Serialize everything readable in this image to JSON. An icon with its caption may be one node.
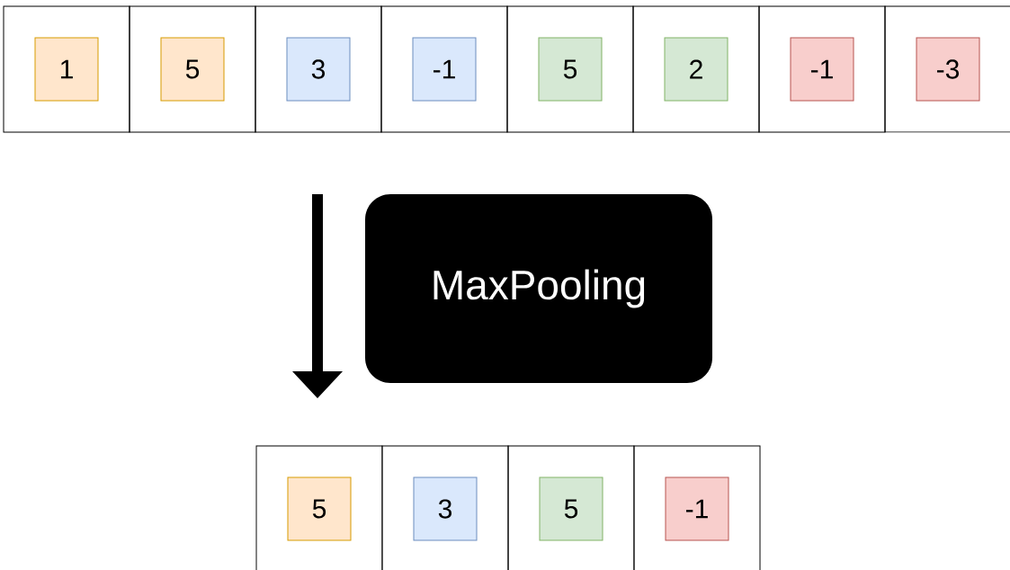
{
  "diagram": {
    "nodes": [
      {
        "text": [],
        "shape": "box"
      },
      {
        "text": [
          "1"
        ],
        "in": 0
      },
      {
        "text": [],
        "shape": "box"
      },
      {
        "text": [
          "5"
        ],
        "in": 2
      },
      {
        "text": [],
        "shape": "box"
      },
      {
        "text": [
          "3"
        ],
        "in": 4
      },
      {
        "text": [],
        "shape": "box"
      },
      {
        "text": [
          "-1"
        ],
        "in": 6
      },
      {
        "text": [],
        "shape": "box"
      },
      {
        "text": [
          "5"
        ],
        "in": 8
      },
      {
        "text": [],
        "shape": "box"
      },
      {
        "text": [
          "2"
        ],
        "in": 10
      },
      {
        "text": [],
        "shape": "box"
      },
      {
        "text": [
          "-1"
        ],
        "in": 12
      },
      {
        "text": [],
        "shape": "box"
      },
      {
        "text": [
          "-3"
        ],
        "in": 14
      },
      {
        "text": [
          "MaxPooling"
        ]
      },
      {
        "text": [],
        "shape": "box"
      },
      {
        "text": [
          "5"
        ],
        "in": 17
      },
      {
        "text": [],
        "shape": "box"
      },
      {
        "text": [
          "3"
        ],
        "in": 19
      },
      {
        "text": [],
        "shape": "box"
      },
      {
        "text": [
          "5"
        ],
        "in": 21
      },
      {
        "text": [],
        "shape": "box"
      },
      {
        "text": [
          "-1"
        ],
        "in": 23
      }
    ]
  }
}
